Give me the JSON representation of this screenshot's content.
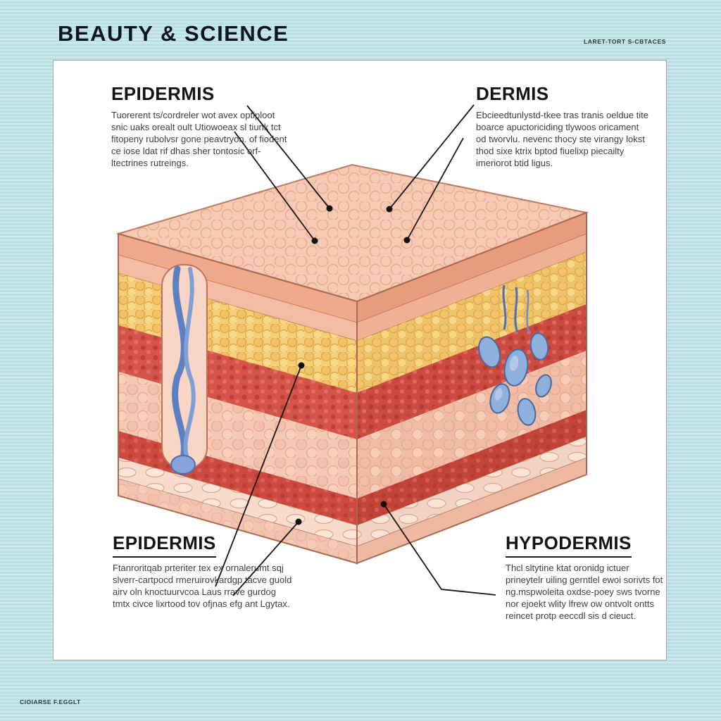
{
  "page": {
    "title": "BEAUTY & SCIENCE",
    "corner_note": "LARET-TORT S-CBTACES",
    "footer_note": "CIOIARSE F.EGGLT"
  },
  "labels": {
    "top_left": {
      "heading": "EPIDERMIS",
      "body": "Tuorerent ts/cordreler wot avex optiploot snic uaks orealt oult Utiowoeax sl tiunk tct fitopeny rubolvsr gone peavtryon. of fiodent ce iose ldat rif dhas sher tontosic orf-ltectrines rutreings."
    },
    "top_right": {
      "heading": "DERMIS",
      "body": "Ebcieedtunlystd-tkee tras tranis oeldue tite boarce apuctoriciding tlywoos oricament od tworvlu. nevenc thocy ste virangy lokst thod sixe ktrix bptod fiuelixp piecailty imeriorot btid ligus."
    },
    "bottom_left": {
      "heading": "EPIDERMIS",
      "body": "Ftanroritqab prteriter tex ex ornalerumt sqj slverr-cartpocd rmeruirovkardgp tacve guold airv oln knoctuurvcoa Laus rrave gurdog tmtx civce lixrtood tov ofjnas efg ant Lgytax."
    },
    "bottom_right": {
      "heading": "HYPODERMIS",
      "body": "Thcl sltytine ktat oronidg ictuer prineytelr uiling gerntlel ewoi sorivts fot ng.mspwoleita oxdse-poey sws tvorne nor ejoekt wlity lfrew ow ontvolt ontts reincet protp eeccdl sis d cieuct."
    }
  },
  "illustration": {
    "description": "3D cross-section block of human skin",
    "parts": [
      "skin top surface",
      "epidermis slab",
      "fat layer",
      "dermis layer",
      "hypodermis layer",
      "hair follicle",
      "sweat glands"
    ]
  },
  "colors": {
    "background_stripe": "#bfe3e8",
    "panel": "#ffffff",
    "skin_salmon": "#f6c9b3",
    "fat_yellow": "#f5cf79",
    "dermis_red": "#d5544a",
    "vessel_blue": "#8fb0dd"
  }
}
